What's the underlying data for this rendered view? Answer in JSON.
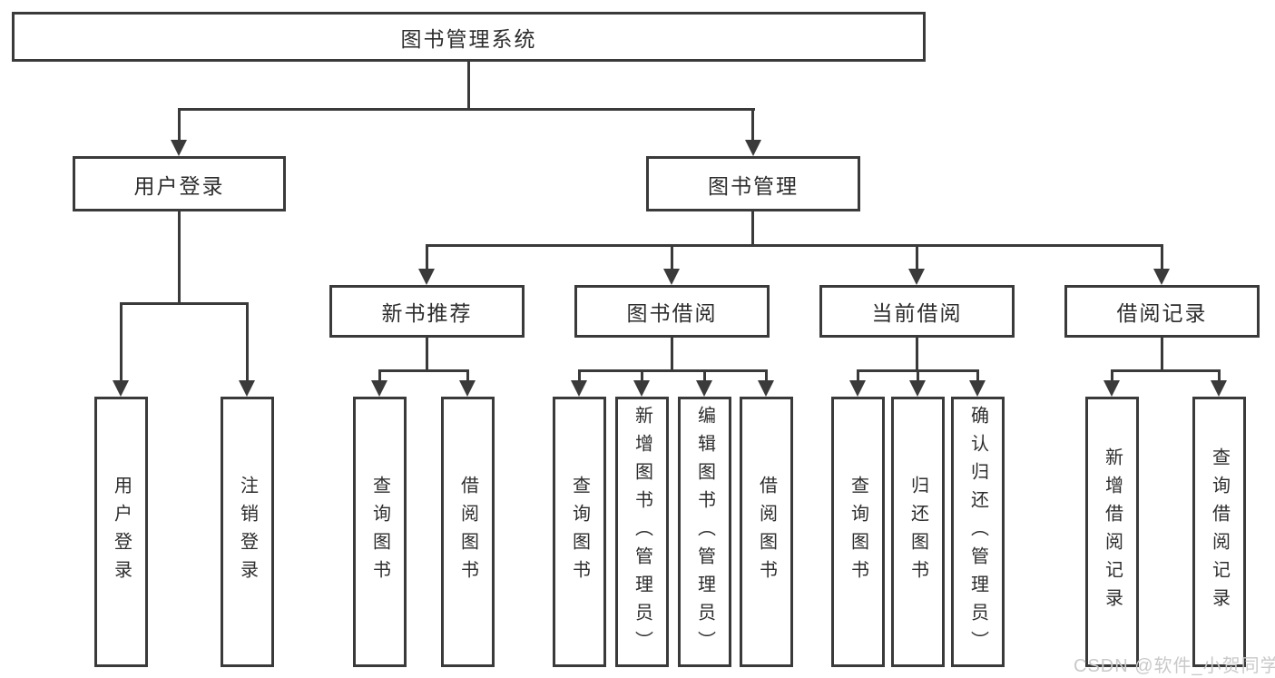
{
  "diagram": {
    "root": "图书管理系统",
    "branches": [
      {
        "label": "用户登录",
        "children": [
          "用户登录",
          "注销登录"
        ]
      },
      {
        "label": "图书管理",
        "sections": [
          {
            "label": "新书推荐",
            "children": [
              "查询图书",
              "借阅图书"
            ]
          },
          {
            "label": "图书借阅",
            "children": [
              "查询图书",
              "新增图书（管理员）",
              "编辑图书（管理员）",
              "借阅图书"
            ]
          },
          {
            "label": "当前借阅",
            "children": [
              "查询图书",
              "归还图书",
              "确认归还（管理员）"
            ]
          },
          {
            "label": "借阅记录",
            "children": [
              "新增借阅记录",
              "查询借阅记录"
            ]
          }
        ]
      }
    ]
  },
  "watermark": "CSDN @软件_小贺同学",
  "colors": {
    "line": "#3a3a3a",
    "text": "#2d2d2d",
    "box_fill": "#ffffff",
    "background": "#ffffff",
    "watermark": "#c9c9c9"
  }
}
